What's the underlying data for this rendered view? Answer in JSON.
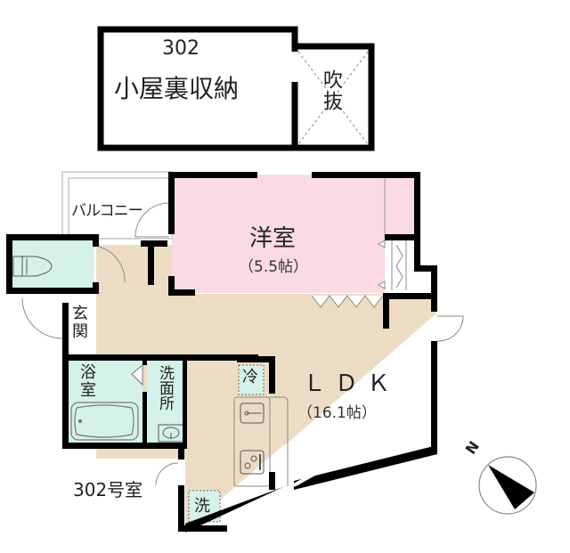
{
  "loft": {
    "unit_number": "302",
    "room_label": "小屋裏収納",
    "void_label": "吹抜"
  },
  "rooms": {
    "balcony": "バルコニー",
    "western_room": {
      "label": "洋室",
      "area": "（5.5帖）"
    },
    "ldk": {
      "label": "ＬＤＫ",
      "area": "（16.1帖）"
    },
    "entrance": "玄関",
    "bathroom": "浴室",
    "washroom": "洗面所",
    "refrigerator": "冷",
    "washing_machine": "洗"
  },
  "unit_label": "302号室",
  "compass": {
    "label": "N"
  },
  "colors": {
    "wall": "#000000",
    "western_room_fill": "#fadbe3",
    "ldk_fill": "#eddcc4",
    "wet_area_fill": "#d4f2ea",
    "void_line": "#999999"
  }
}
